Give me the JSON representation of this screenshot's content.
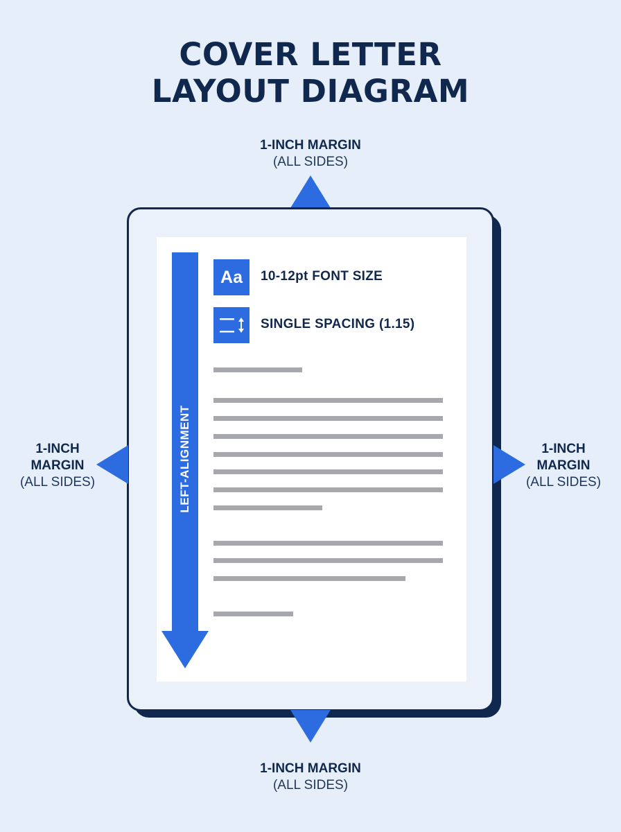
{
  "title": {
    "line1": "COVER LETTER",
    "line2": "LAYOUT DIAGRAM"
  },
  "margins": {
    "top": {
      "label": "1-INCH MARGIN",
      "sub": "(ALL SIDES)"
    },
    "bottom": {
      "label": "1-INCH MARGIN",
      "sub": "(ALL SIDES)"
    },
    "left": {
      "line1": "1-INCH",
      "line2": "MARGIN",
      "sub": "(ALL SIDES)"
    },
    "right": {
      "line1": "1-INCH",
      "line2": "MARGIN",
      "sub": "(ALL SIDES)"
    }
  },
  "alignment": {
    "label": "LEFT-ALIGNMENT"
  },
  "features": {
    "font_icon_text": "Aa",
    "font_size": "10-12pt FONT SIZE",
    "spacing": "SINGLE SPACING (1.15)"
  },
  "colors": {
    "accent": "#2c6be0",
    "navy": "#10284e",
    "background": "#e6eff9",
    "placeholder_text": "#a6a8ad"
  },
  "icons": [
    "font-size-icon",
    "line-spacing-icon",
    "arrow-up-icon",
    "arrow-down-icon",
    "arrow-left-icon",
    "arrow-right-icon",
    "arrow-down-long-icon"
  ]
}
